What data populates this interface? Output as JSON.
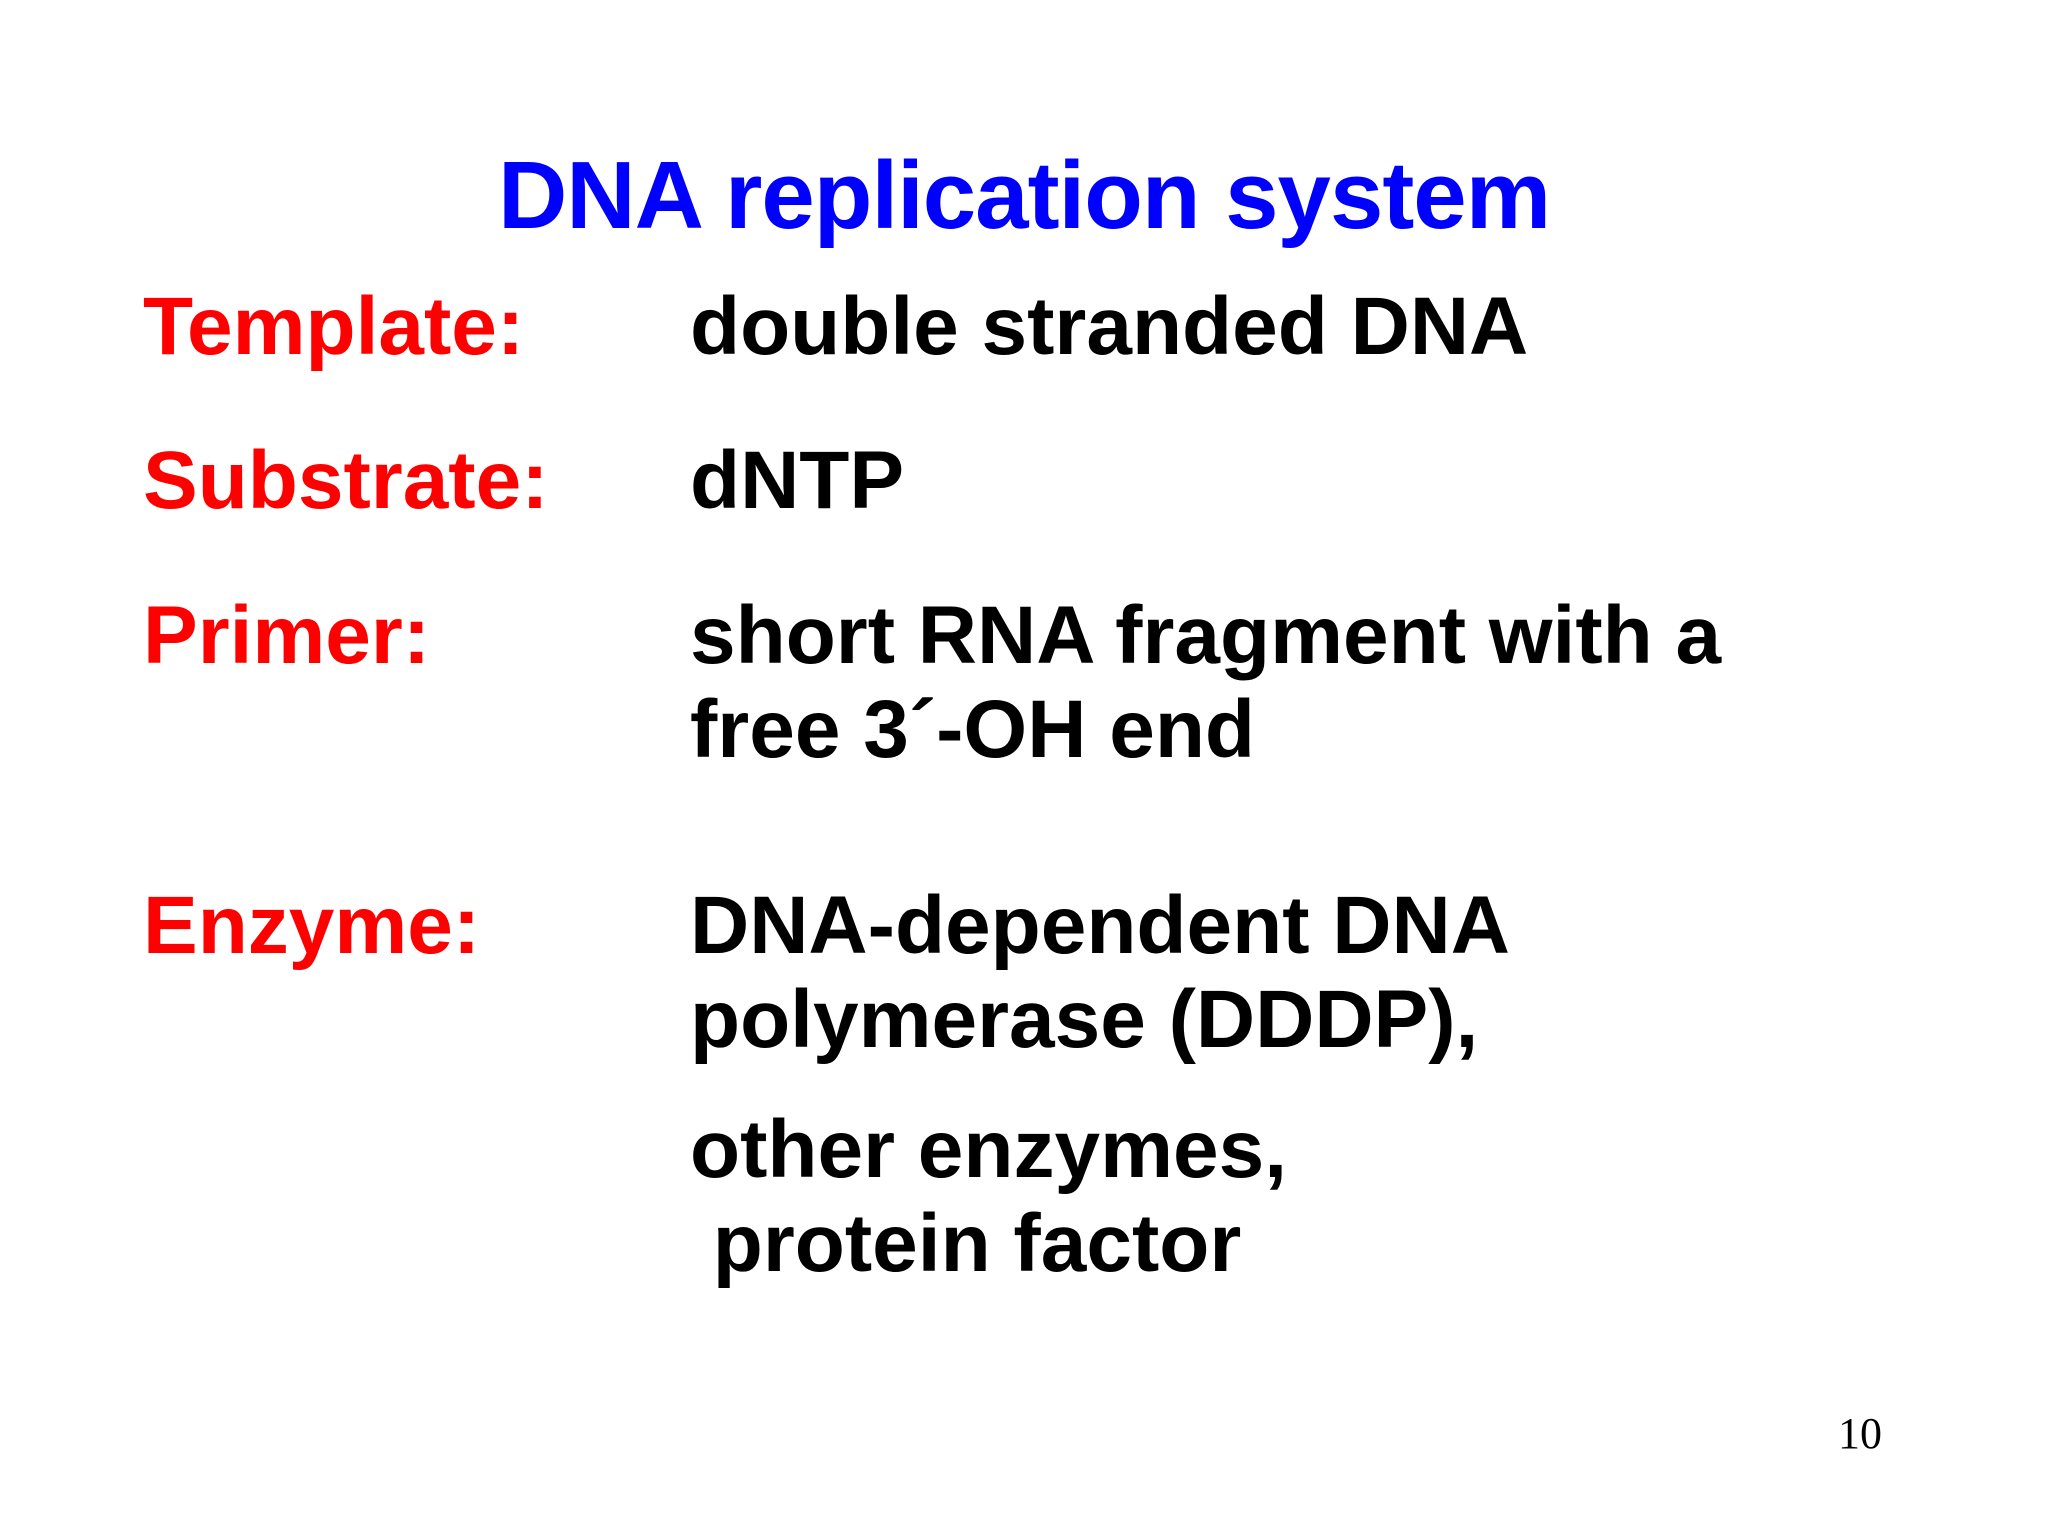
{
  "slide": {
    "background_color": "#FFFFFF",
    "title": "DNA replication system",
    "title_color": "#0000FF",
    "label_color": "#FF0000",
    "value_color": "#000000",
    "page_number": "10"
  },
  "rows": [
    {
      "label": "Template:",
      "lines": [
        "double stranded DNA"
      ]
    },
    {
      "label": "Substrate:",
      "lines": [
        "dNTP"
      ]
    },
    {
      "label": "Primer:",
      "lines": [
        "short RNA fragment with a",
        "free 3´-OH end"
      ]
    },
    {
      "label": "Enzyme:",
      "lines": [
        "DNA-dependent DNA",
        "polymerase (DDDP),",
        "other enzymes,",
        " protein factor"
      ]
    }
  ]
}
